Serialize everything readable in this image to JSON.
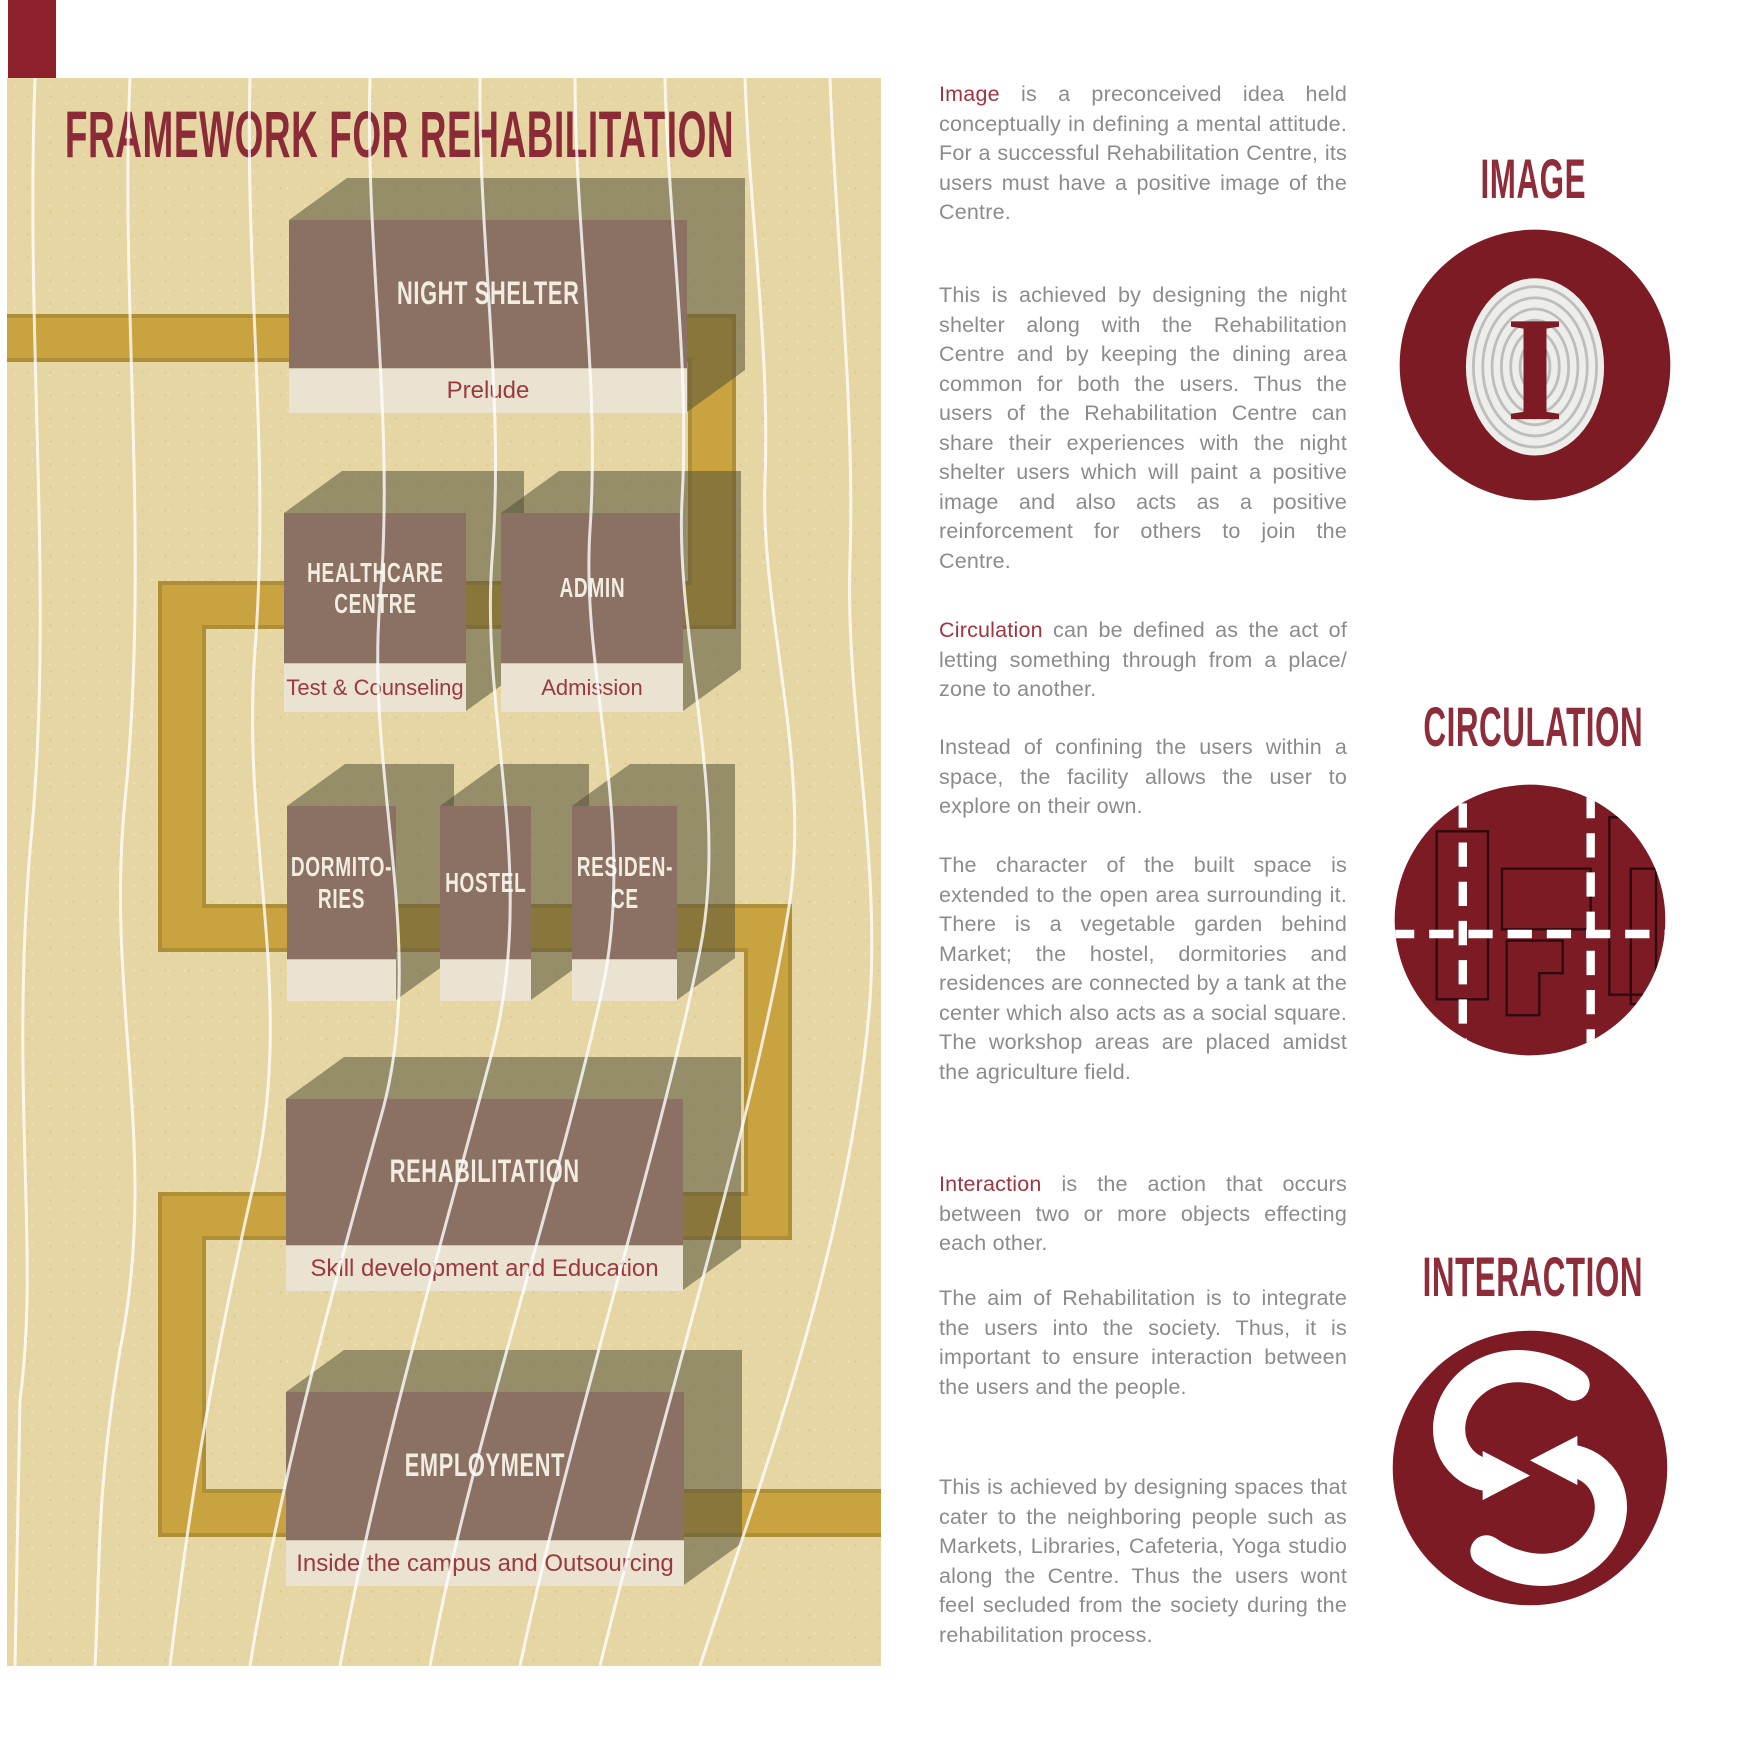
{
  "page": {
    "title": "FRAMEWORK FOR REHABILITATION"
  },
  "flowchart": {
    "nodes": [
      {
        "id": "night-shelter",
        "title": "NIGHT SHELTER",
        "caption": "Prelude"
      },
      {
        "id": "healthcare",
        "title": "HEALTHCARE\nCENTRE",
        "caption": "Test & Counseling"
      },
      {
        "id": "admin",
        "title": "ADMIN",
        "caption": "Admission"
      },
      {
        "id": "dormitories",
        "title": "DORMITO-\nRIES",
        "caption": ""
      },
      {
        "id": "hostel",
        "title": "HOSTEL",
        "caption": ""
      },
      {
        "id": "residence",
        "title": "RESIDEN-\nCE",
        "caption": ""
      },
      {
        "id": "rehabilitation",
        "title": "REHABILITATION",
        "caption": "Skill development and Education"
      },
      {
        "id": "employment",
        "title": "EMPLOYMENT",
        "caption": "Inside the campus and Outsourcing"
      }
    ]
  },
  "sections": [
    {
      "label": "IMAGE",
      "icon": "fingerprint-icon",
      "lead": "Image",
      "lead_rest": "is a preconceived idea held conceptually in defining a mental attitude. For a successful Rehabilitation Centre, its users must have a positive image of the Centre.",
      "paragraphs": [
        "This is achieved by designing the night shelter along with the Rehabilitation Centre and by keeping the dining area common for both the users. Thus the users of the Rehabilitation Centre can share their experiences with the night shelter users which will paint a positive image and also acts as a positive reinforcement for others to join the Centre."
      ]
    },
    {
      "label": "CIRCULATION",
      "icon": "circulation-map-icon",
      "lead": "Circulation",
      "lead_rest": "can be defined as the act of letting something through from a place/ zone to another.",
      "paragraphs": [
        "Instead of confining the users within a space, the facility allows the user to explore on their own.",
        "The character of the built space is extended to the open area surrounding it. There is a vegetable garden behind Market; the hostel, dormitories and residences are connected by a tank at the center which also acts as a social square. The workshop areas are placed amidst the agriculture field."
      ]
    },
    {
      "label": "INTERACTION",
      "icon": "cycle-arrows-icon",
      "lead": "Interaction",
      "lead_rest": "is the action that occurs between two or more objects effecting each other.",
      "paragraphs": [
        "The aim of Rehabilitation is to integrate the users into the society. Thus, it is important to ensure interaction between the users and the people.",
        "This is achieved by designing spaces that cater to the neighboring people such as Markets, Libraries, Cafeteria, Yoga studio along the Centre. Thus the users wont feel secluded from the society during the rehabilitation process."
      ]
    }
  ],
  "colors": {
    "accent_maroon": "#8e2c39",
    "icon_maroon": "#7c1b23",
    "board_tan": "#e6d6a4",
    "path_gold": "#c8a440",
    "box_brown": "#8a7164",
    "strip_cream": "#eae3d2",
    "extrusion_olive": "#545238",
    "body_text_gray": "#8b8b8e"
  }
}
